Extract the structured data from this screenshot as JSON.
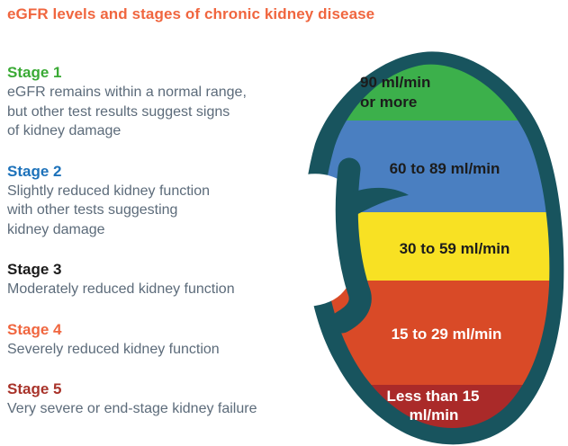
{
  "title": "eGFR levels and stages of chronic kidney disease",
  "palette": {
    "title": "#f0663f",
    "body_text": "#5c6b7a",
    "background": "#ffffff"
  },
  "stages": [
    {
      "label": "Stage 1",
      "color": "#3aaa35",
      "description": "eGFR remains within a normal range,\nbut other test results suggest signs\nof kidney damage"
    },
    {
      "label": "Stage 2",
      "color": "#1d72ba",
      "description": "Slightly reduced kidney function\nwith other tests suggesting\nkidney damage"
    },
    {
      "label": "Stage 3",
      "color": "#1b1b1b",
      "description": "Moderately reduced kidney function"
    },
    {
      "label": "Stage 4",
      "color": "#f0663f",
      "description": "Severely reduced kidney function"
    },
    {
      "label": "Stage 5",
      "color": "#a8332a",
      "description": "Very severe or end-stage kidney failure"
    }
  ],
  "kidney_diagram": {
    "outline_color": "#18545e",
    "bands": [
      {
        "label": "90 ml/min or more",
        "line1": "90 ml/min",
        "line2": "or more",
        "color": "#3cb04b",
        "text_color": "#1c1c1c"
      },
      {
        "label": "60 to 89 ml/min",
        "color": "#4a7fc1",
        "text_color": "#1c1c1c"
      },
      {
        "label": "30 to 59 ml/min",
        "color": "#f8e123",
        "text_color": "#1c1c1c"
      },
      {
        "label": "15 to 29 ml/min",
        "color": "#d94a27",
        "text_color": "#ffffff"
      },
      {
        "label": "Less than 15 ml/min",
        "line1": "Less than 15",
        "line2": "ml/min",
        "color": "#aa2a29",
        "text_color": "#ffffff"
      }
    ]
  }
}
